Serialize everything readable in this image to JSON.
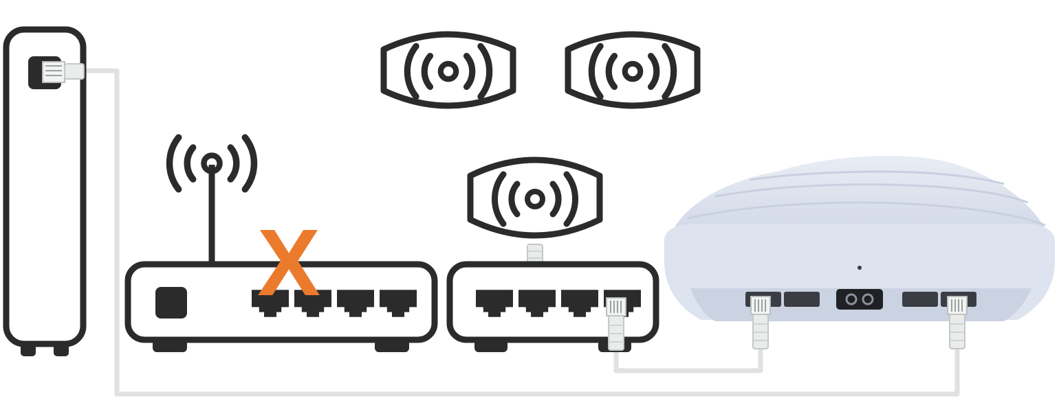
{
  "diagram": {
    "disabled_marker": "X",
    "colors": {
      "outline": "#2b2b2b",
      "cable": "#dfe2e1",
      "plug": "#e9eceb",
      "plug_shade": "#b9bfbd",
      "accent": "#ec7a2d",
      "mesh_body": "#dde3ef",
      "mesh_shade": "#c8d0e0",
      "mesh_dark": "#3a3d44",
      "background": "#ffffff"
    },
    "icons": {
      "modem": "modem-icon",
      "router": "router-icon",
      "switch": "network-switch-icon",
      "access_point": "wireless-access-point-icon",
      "mesh_node": "mesh-node-device",
      "plug": "ethernet-plug-icon",
      "broadcast": "wifi-broadcast-icon"
    },
    "router_port_count": 4,
    "switch_port_count": 4,
    "access_point_count": 3
  }
}
